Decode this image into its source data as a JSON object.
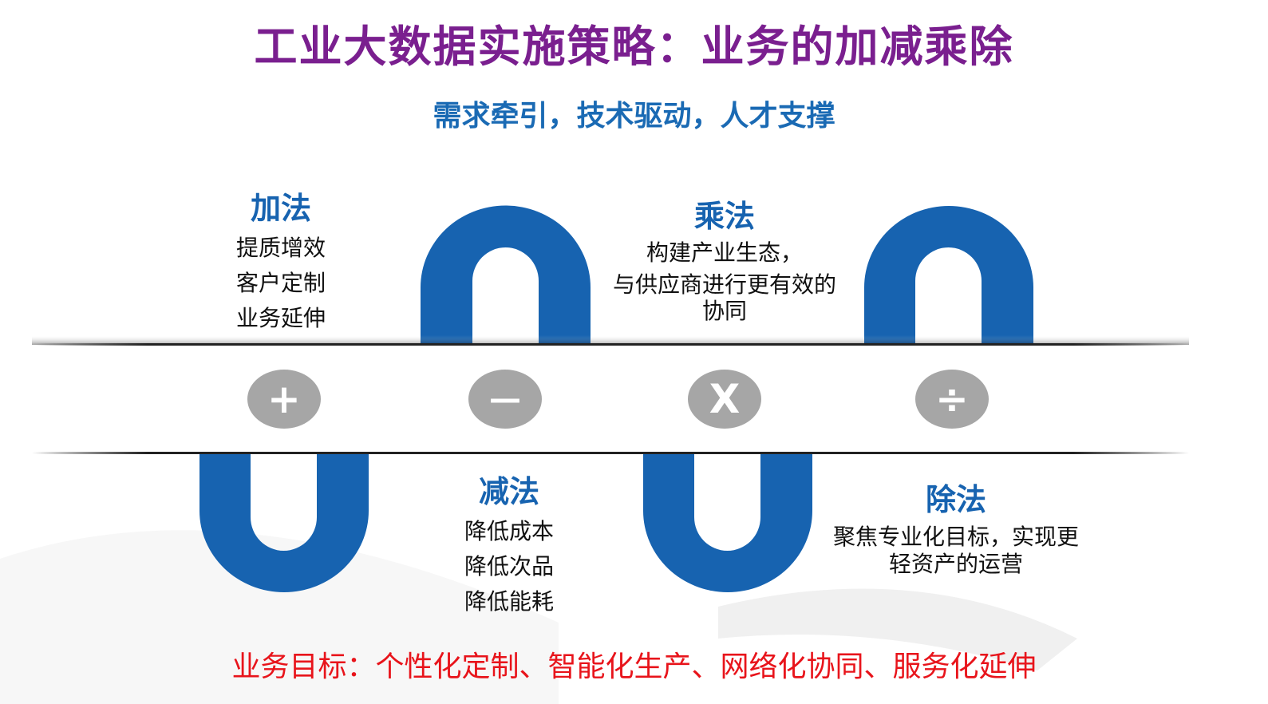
{
  "title": "工业大数据实施策略：业务的加减乘除",
  "subtitle": "需求牵引，技术驱动，人才支撑",
  "sections": [
    {
      "heading": "加法",
      "symbol": "+",
      "lines": [
        "提质增效",
        "客户定制",
        "业务延伸"
      ]
    },
    {
      "heading": "减法",
      "symbol": "—",
      "lines": [
        "降低成本",
        "降低次品",
        "降低能耗"
      ]
    },
    {
      "heading": "乘法",
      "symbol": "X",
      "lines": [
        "构建产业生态，",
        "与供应商进行更有效的",
        "协同"
      ]
    },
    {
      "heading": "除法",
      "symbol": "÷",
      "lines": [
        "聚焦专业化目标，实现更",
        "轻资产的运营"
      ]
    }
  ],
  "goal": "业务目标：个性化定制、智能化生产、网络化协同、服务化延伸",
  "colors": {
    "title": "#7a1f8f",
    "accent": "#1763b0",
    "goal": "#e8141b",
    "operator": "#a6a6a6"
  }
}
